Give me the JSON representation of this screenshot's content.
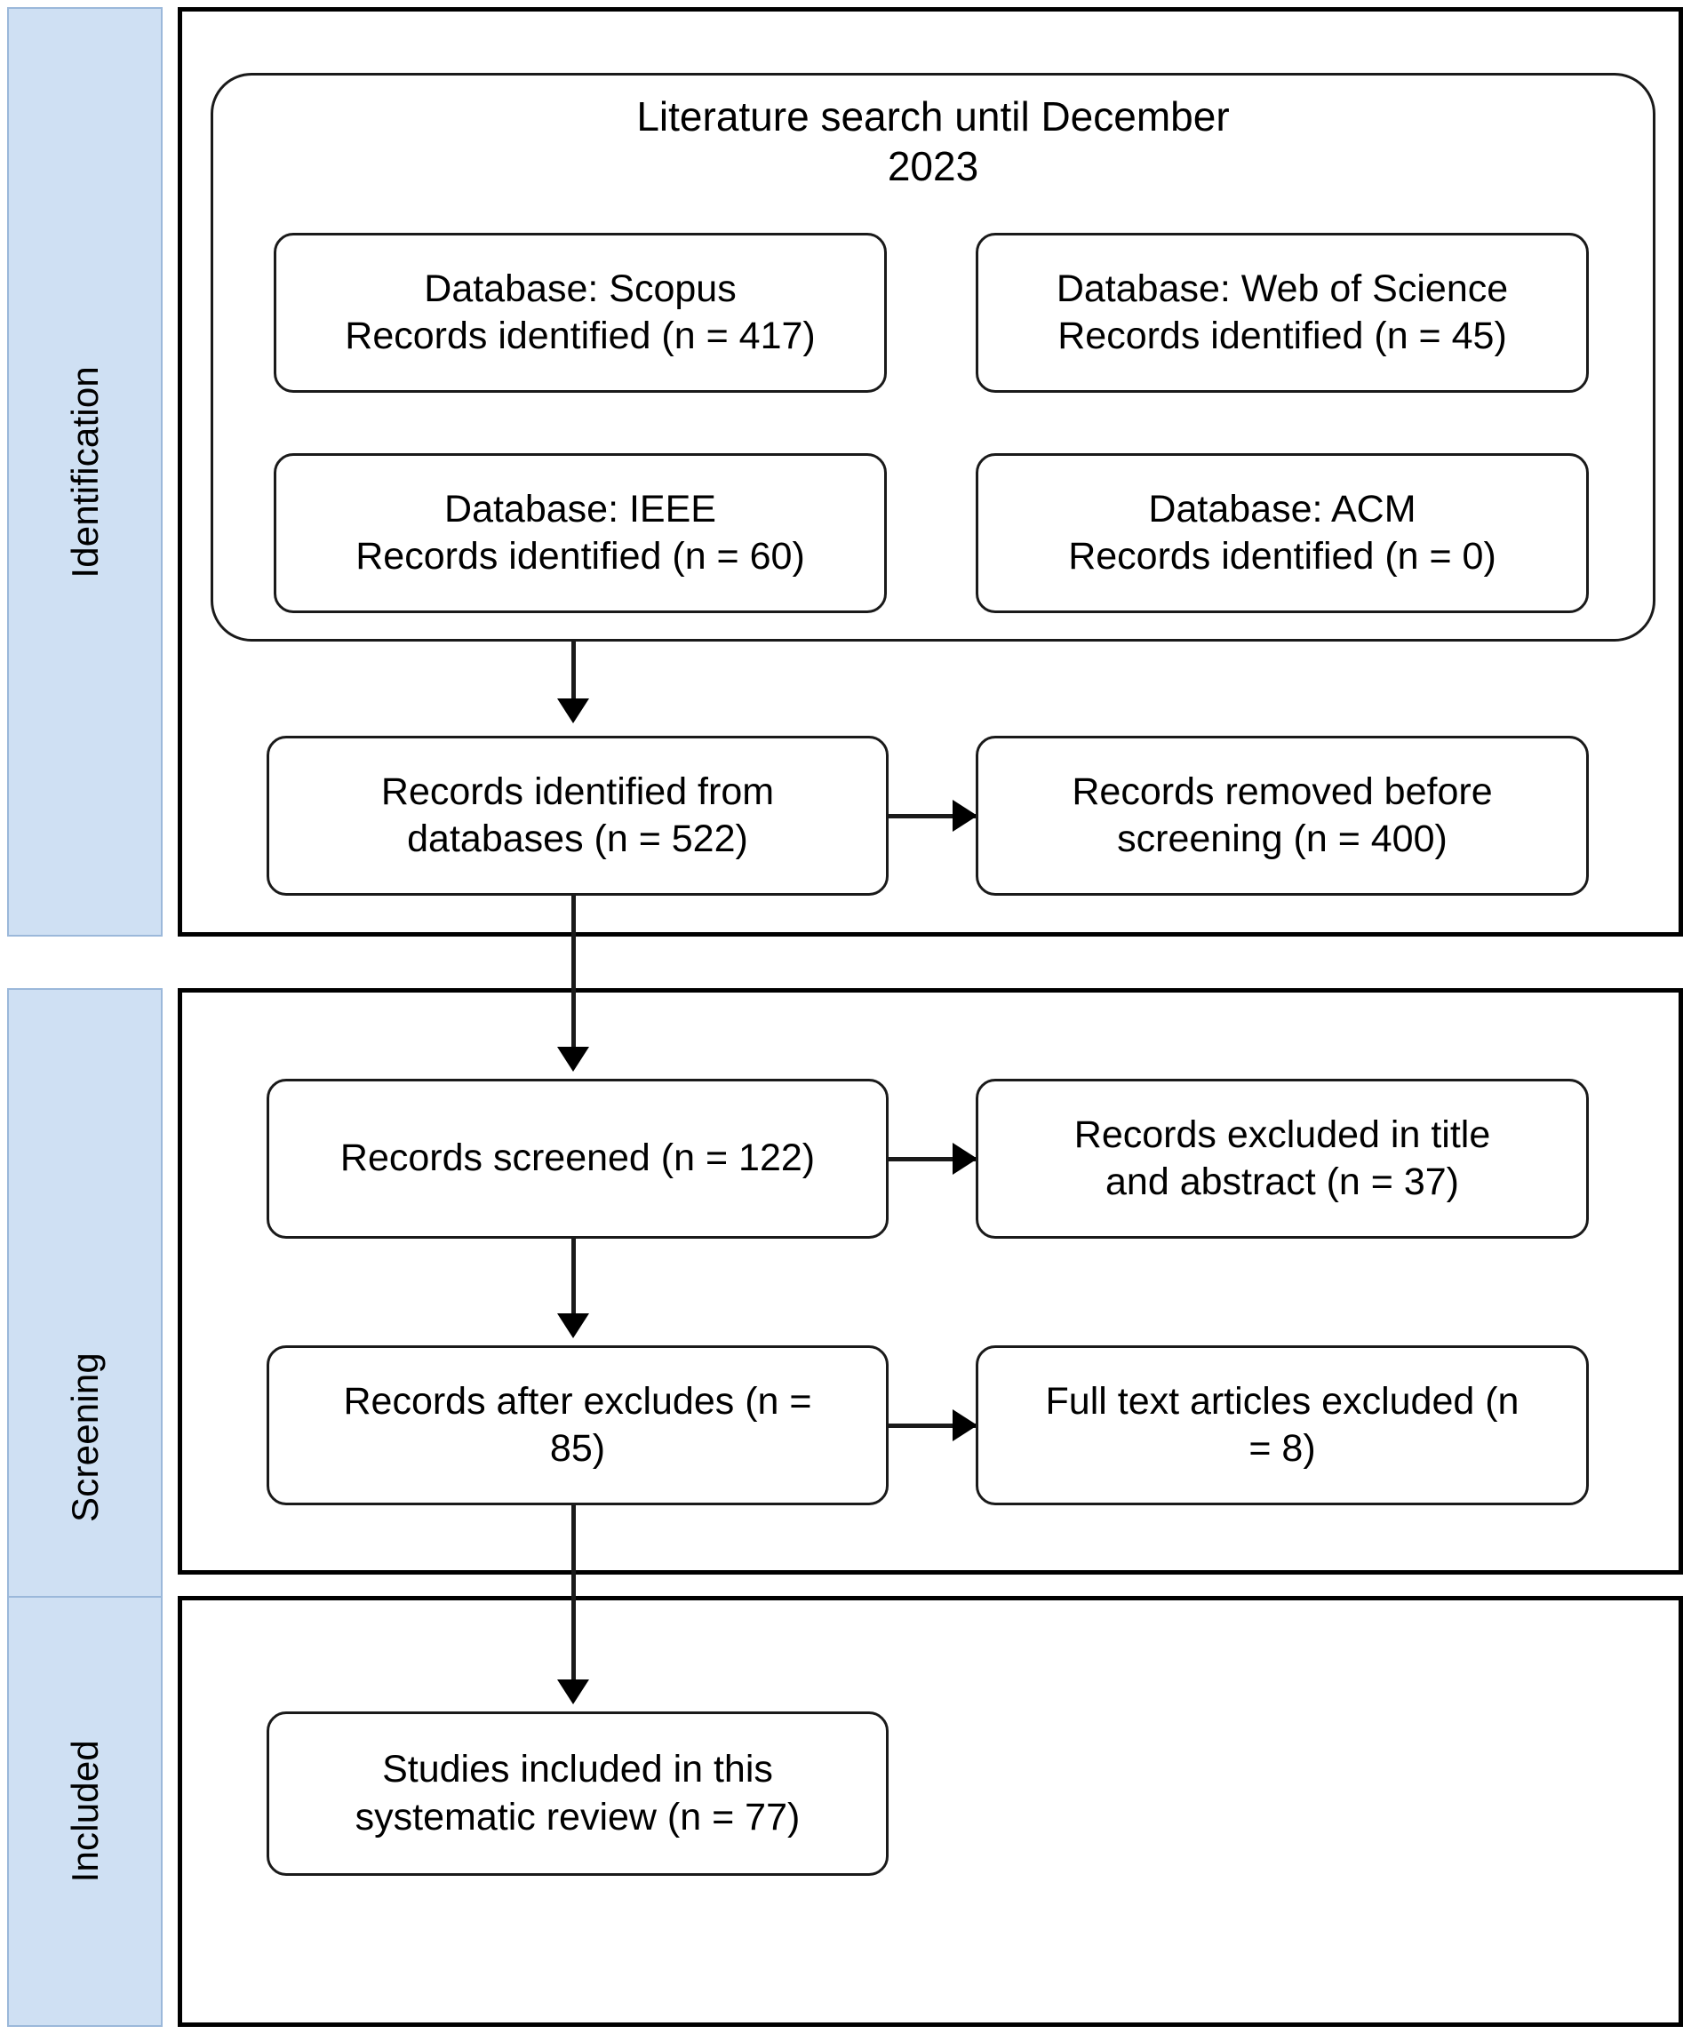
{
  "diagram": {
    "type": "prisma-flow-diagram",
    "accent_color": "#cfe0f3",
    "line_color": "#1a1a1a"
  },
  "stages": [
    {
      "id": "identification",
      "label": "Identification"
    },
    {
      "id": "screening",
      "label": "Screening"
    },
    {
      "id": "included",
      "label": "Included"
    }
  ],
  "identification": {
    "group_title": "Literature search until December\n2023",
    "group_title_line1": "Literature search until December",
    "group_title_line2": "2023",
    "sources": [
      {
        "id": "scopus",
        "line1": "Database: Scopus",
        "line2": "Records identified (n = 417)",
        "database": "Scopus",
        "records_identified": 417
      },
      {
        "id": "web-of-science",
        "line1": "Database: Web of Science",
        "line2": "Records identified (n = 45)",
        "database": "Web of Science",
        "records_identified": 45
      },
      {
        "id": "ieee",
        "line1": "Database: IEEE",
        "line2": "Records identified (n = 60)",
        "database": "IEEE",
        "records_identified": 60
      },
      {
        "id": "acm",
        "line1": "Database: ACM",
        "line2": "Records identified (n = 0)",
        "database": "ACM",
        "records_identified": 0
      }
    ],
    "records_identified_total": {
      "line1": "Records identified from",
      "line2": "databases (n = 522)",
      "value": 522
    },
    "records_removed": {
      "line1": "Records removed before",
      "line2": "screening (n = 400)",
      "value": 400
    }
  },
  "screening": {
    "records_screened": {
      "line1": "Records screened (n = 122)",
      "line2": "",
      "value": 122
    },
    "records_excluded": {
      "line1": "Records excluded in title",
      "line2": "and abstract (n = 37)",
      "value": 37
    },
    "records_after_excludes": {
      "line1": "Records after excludes (n =",
      "line2": "85)",
      "value": 85
    },
    "full_text_excluded": {
      "line1": "Full text articles excluded (n",
      "line2": "= 8)",
      "value": 8
    }
  },
  "included": {
    "studies_included": {
      "line1": "Studies included in this",
      "line2": "systematic review (n = 77)",
      "value": 77
    }
  }
}
